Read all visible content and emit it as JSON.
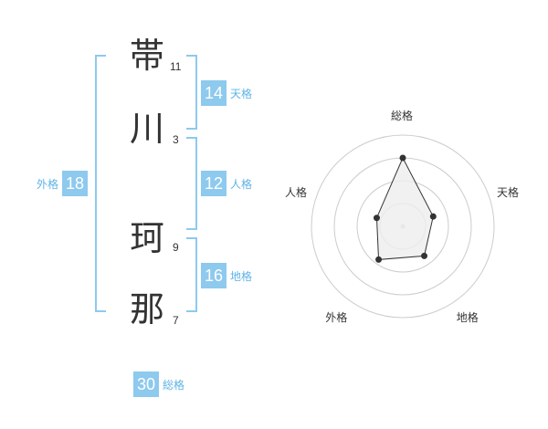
{
  "name": {
    "chars": [
      {
        "char": "帯",
        "strokes": "11"
      },
      {
        "char": "川",
        "strokes": "3"
      },
      {
        "char": "珂",
        "strokes": "9"
      },
      {
        "char": "那",
        "strokes": "7"
      }
    ]
  },
  "kaku": {
    "tenkaku": {
      "value": "14",
      "label": "天格"
    },
    "jinkaku": {
      "value": "12",
      "label": "人格"
    },
    "chikaku": {
      "value": "16",
      "label": "地格"
    },
    "gaikaku": {
      "value": "18",
      "label": "外格"
    },
    "soukaku": {
      "value": "30",
      "label": "総格"
    }
  },
  "chart_data": {
    "type": "radar",
    "axes": [
      "総格",
      "天格",
      "地格",
      "外格",
      "人格"
    ],
    "values": [
      30,
      14,
      16,
      18,
      12
    ],
    "max": 40,
    "rings": 4,
    "colors": {
      "ring": "#cccccc",
      "fill": "#eeeeee",
      "line": "#333333",
      "point": "#333333"
    }
  }
}
